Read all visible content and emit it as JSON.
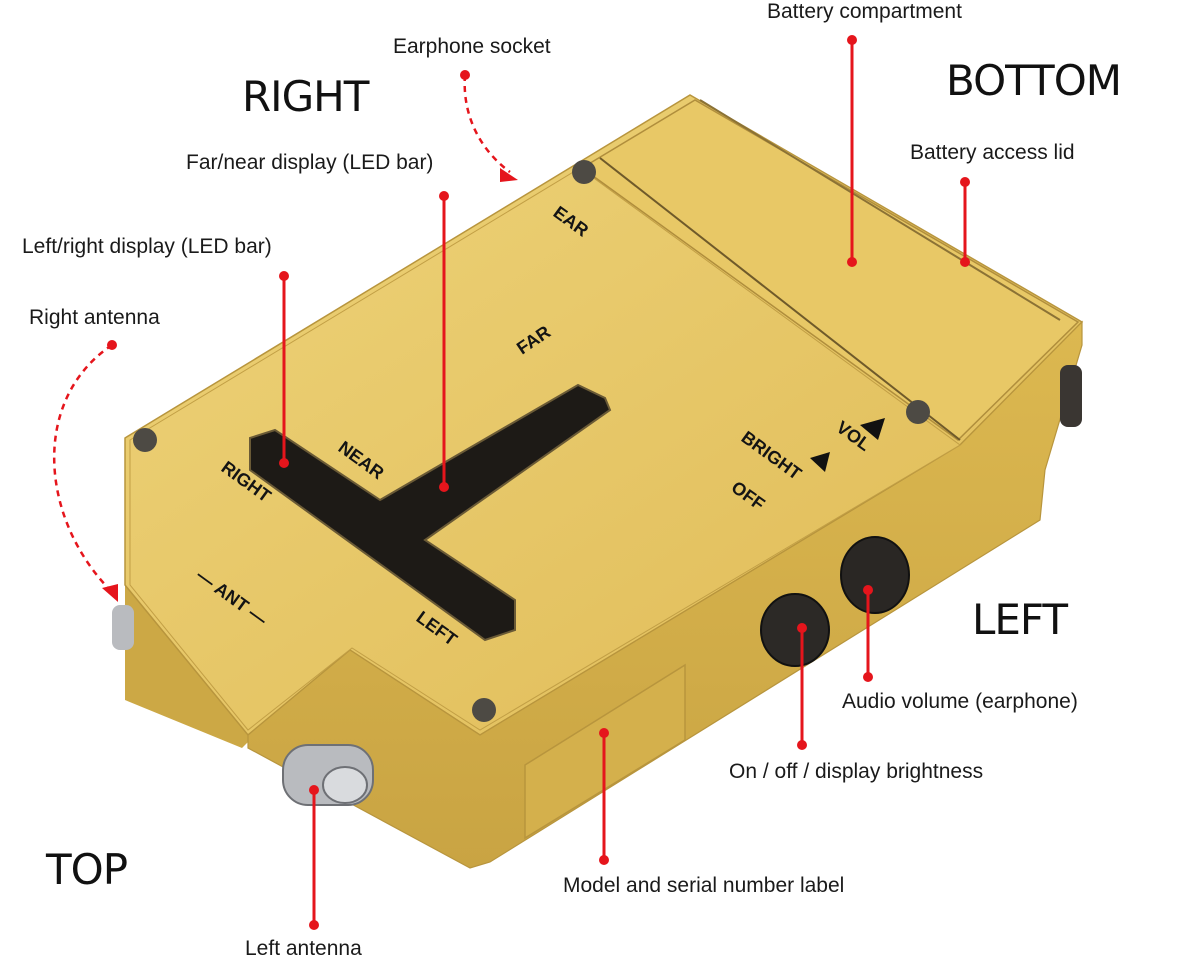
{
  "colors": {
    "body_yellow": "#e2c05c",
    "body_shadow": "#c9a547",
    "leader_red": "#e5151c",
    "display_dark": "#1d1a16",
    "screw_gray": "#4d4a44"
  },
  "side_labels": {
    "right": "RIGHT",
    "bottom": "BOTTOM",
    "left": "LEFT",
    "top": "TOP"
  },
  "callouts": {
    "battery_compartment": "Battery compartment",
    "earphone_socket": "Earphone socket",
    "far_near_display": "Far/near display (LED bar)",
    "battery_access_lid": "Battery access lid",
    "left_right_display": "Left/right display (LED bar)",
    "right_antenna": "Right antenna",
    "audio_volume": "Audio volume (earphone)",
    "on_off_brightness": "On / off / display brightness",
    "model_serial_label": "Model and serial number label",
    "left_antenna": "Left antenna"
  },
  "device_markings": {
    "ear": "EAR",
    "far": "FAR",
    "near": "NEAR",
    "right": "RIGHT",
    "left": "LEFT",
    "ant": "— ANT —",
    "vol": "VOL",
    "bright": "BRIGHT",
    "off": "OFF"
  }
}
